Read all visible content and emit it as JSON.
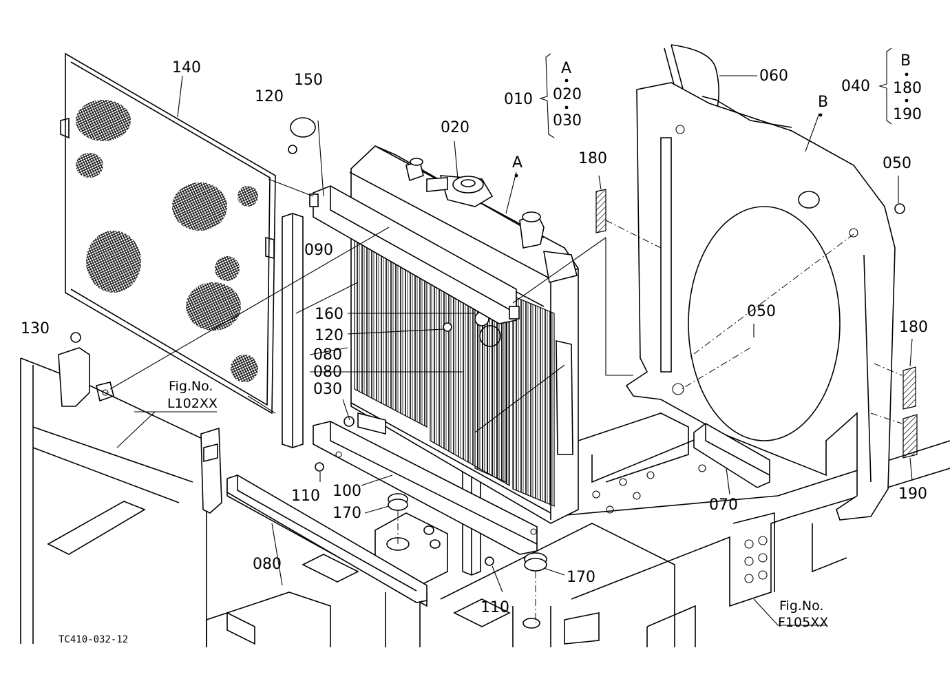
{
  "figure_code": "TC410-032-12",
  "callouts": {
    "p140": "140",
    "p150": "150",
    "p120a": "120",
    "p020": "020",
    "pA": "A",
    "p010": "010",
    "g010": [
      "A",
      "020",
      "030"
    ],
    "p060": "060",
    "pB": "B",
    "p040": "040",
    "g040": [
      "B",
      "180",
      "190"
    ],
    "p180a": "180",
    "p050a": "050",
    "p090": "090",
    "p160": "160",
    "p120b": "120",
    "p080a": "080",
    "p080b": "080",
    "p030": "030",
    "p130": "130",
    "p050b": "050",
    "p180b": "180",
    "p110a": "110",
    "p100": "100",
    "p170a": "170",
    "p070": "070",
    "p190": "190",
    "p080c": "080",
    "p170b": "170",
    "p110b": "110"
  },
  "fig_refs": [
    {
      "label": "Fig.No.",
      "number": "L102XX"
    },
    {
      "label": "Fig.No.",
      "number": "F105XX"
    }
  ]
}
